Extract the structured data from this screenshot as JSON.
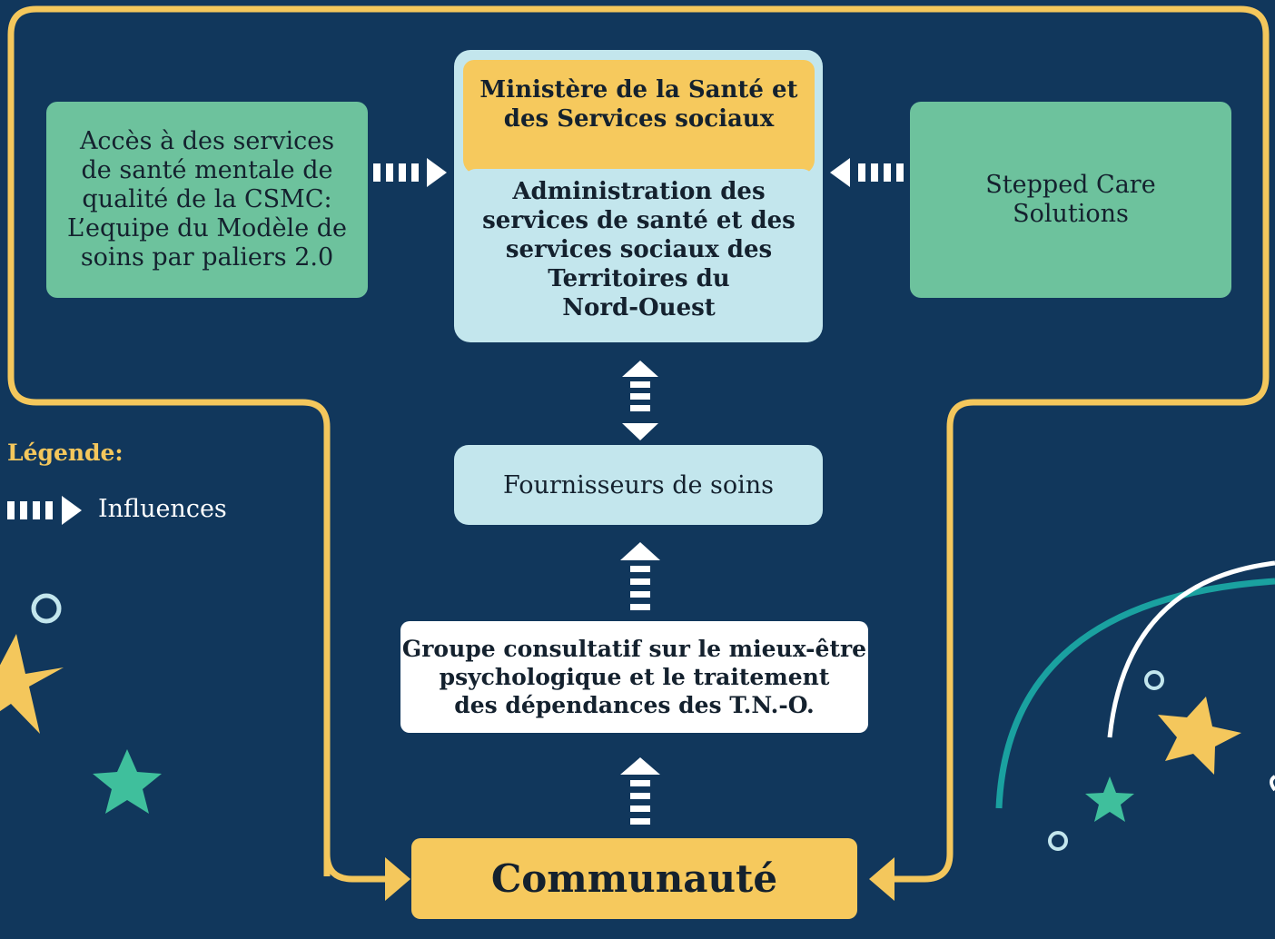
{
  "boxes": {
    "ministry": "Ministère de la Santé et\ndes Services sociaux",
    "administration": "Administration des\nservices de santé et des\nservices sociaux des\nTerritoires du\nNord-Ouest",
    "left": "Accès à des services\nde santé mentale de\nqualité de la CSMC:\nL’equipe du Modèle de\nsoins par paliers 2.0",
    "right": "Stepped Care\nSolutions",
    "providers": "Fournisseurs de soins",
    "advisory": "Groupe consultatif sur le mieux-être\npsychologique et le traitement\ndes dépendances des T.N.-O.",
    "community": "Communauté"
  },
  "legend": {
    "title": "Légende:",
    "influences": "Influences"
  },
  "colors": {
    "background": "#11375c",
    "outline": "#f4c75c",
    "green_box": "#6dc29d",
    "light_box": "#c3e6ed",
    "yellow_box": "#f6c95d",
    "white_box": "#ffffff",
    "star_yellow": "#f4c75c",
    "star_green": "#3fbf9c",
    "arc_teal": "#1aa1a0",
    "ring": "#c3e6ed"
  },
  "icons": {
    "influence_arrow": "dashed-arrow-icon",
    "bidirectional": "dashed-double-arrow-icon",
    "flow_arrow": "yellow-arrow-icon",
    "star": "star-icon",
    "ring": "circle-icon"
  }
}
